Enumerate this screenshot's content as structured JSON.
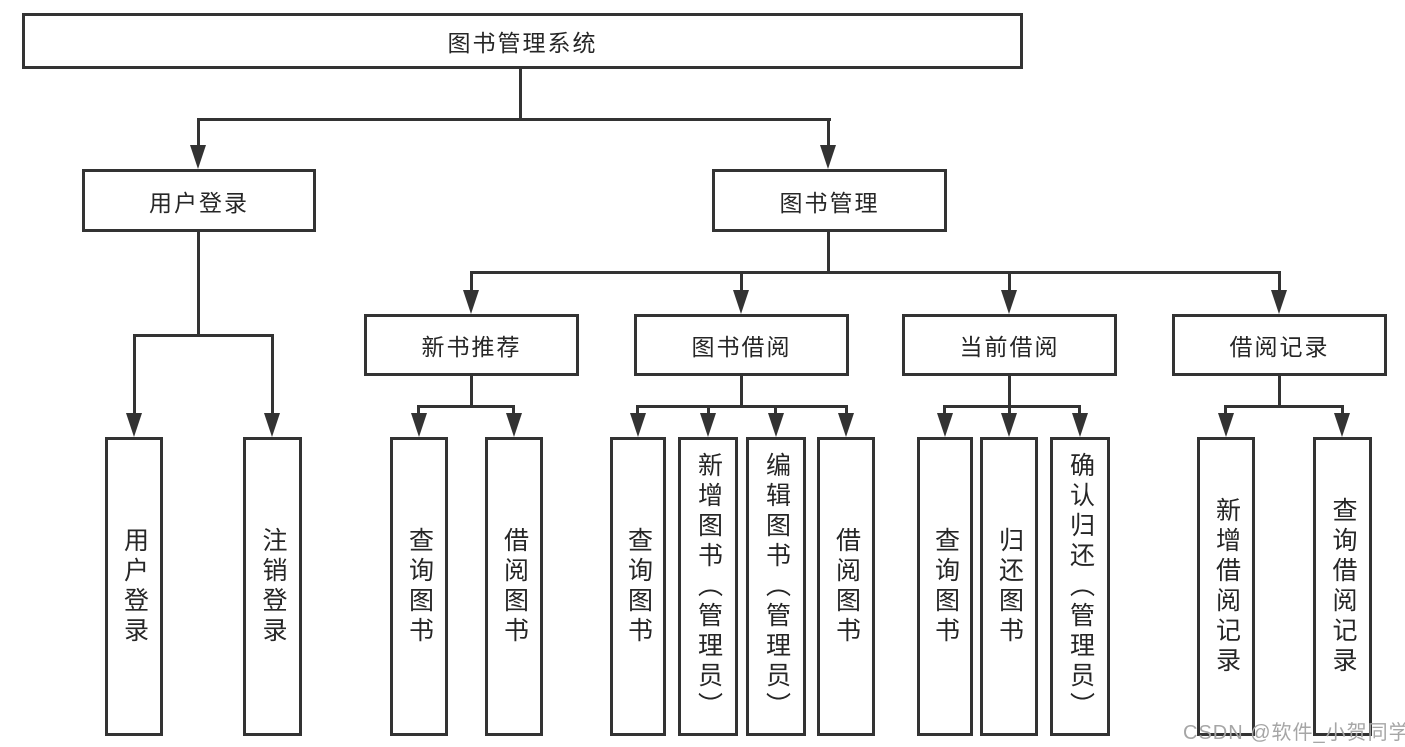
{
  "diagram": {
    "title_node": {
      "label": "图书管理系统"
    },
    "level2": [
      {
        "label": "用户登录"
      },
      {
        "label": "图书管理"
      }
    ],
    "level3": [
      {
        "label": "新书推荐"
      },
      {
        "label": "图书借阅"
      },
      {
        "label": "当前借阅"
      },
      {
        "label": "借阅记录"
      }
    ],
    "leaves": [
      {
        "label": "用户登录",
        "parent": "用户登录"
      },
      {
        "label": "注销登录",
        "parent": "用户登录"
      },
      {
        "label": "查询图书",
        "parent": "新书推荐"
      },
      {
        "label": "借阅图书",
        "parent": "新书推荐"
      },
      {
        "label": "查询图书",
        "parent": "图书借阅"
      },
      {
        "label": "新增图书（管理员）",
        "parent": "图书借阅"
      },
      {
        "label": "编辑图书（管理员）",
        "parent": "图书借阅"
      },
      {
        "label": "借阅图书",
        "parent": "图书借阅"
      },
      {
        "label": "查询图书",
        "parent": "当前借阅"
      },
      {
        "label": "归还图书",
        "parent": "当前借阅"
      },
      {
        "label": "确认归还（管理员）",
        "parent": "当前借阅"
      },
      {
        "label": "新增借阅记录",
        "parent": "借阅记录"
      },
      {
        "label": "查询借阅记录",
        "parent": "借阅记录"
      }
    ],
    "watermark": "CSDN @软件_小贺同学",
    "colors": {
      "line": "#333333",
      "text": "#262626",
      "watermark": "#a6a6a6",
      "background": "#ffffff"
    }
  }
}
